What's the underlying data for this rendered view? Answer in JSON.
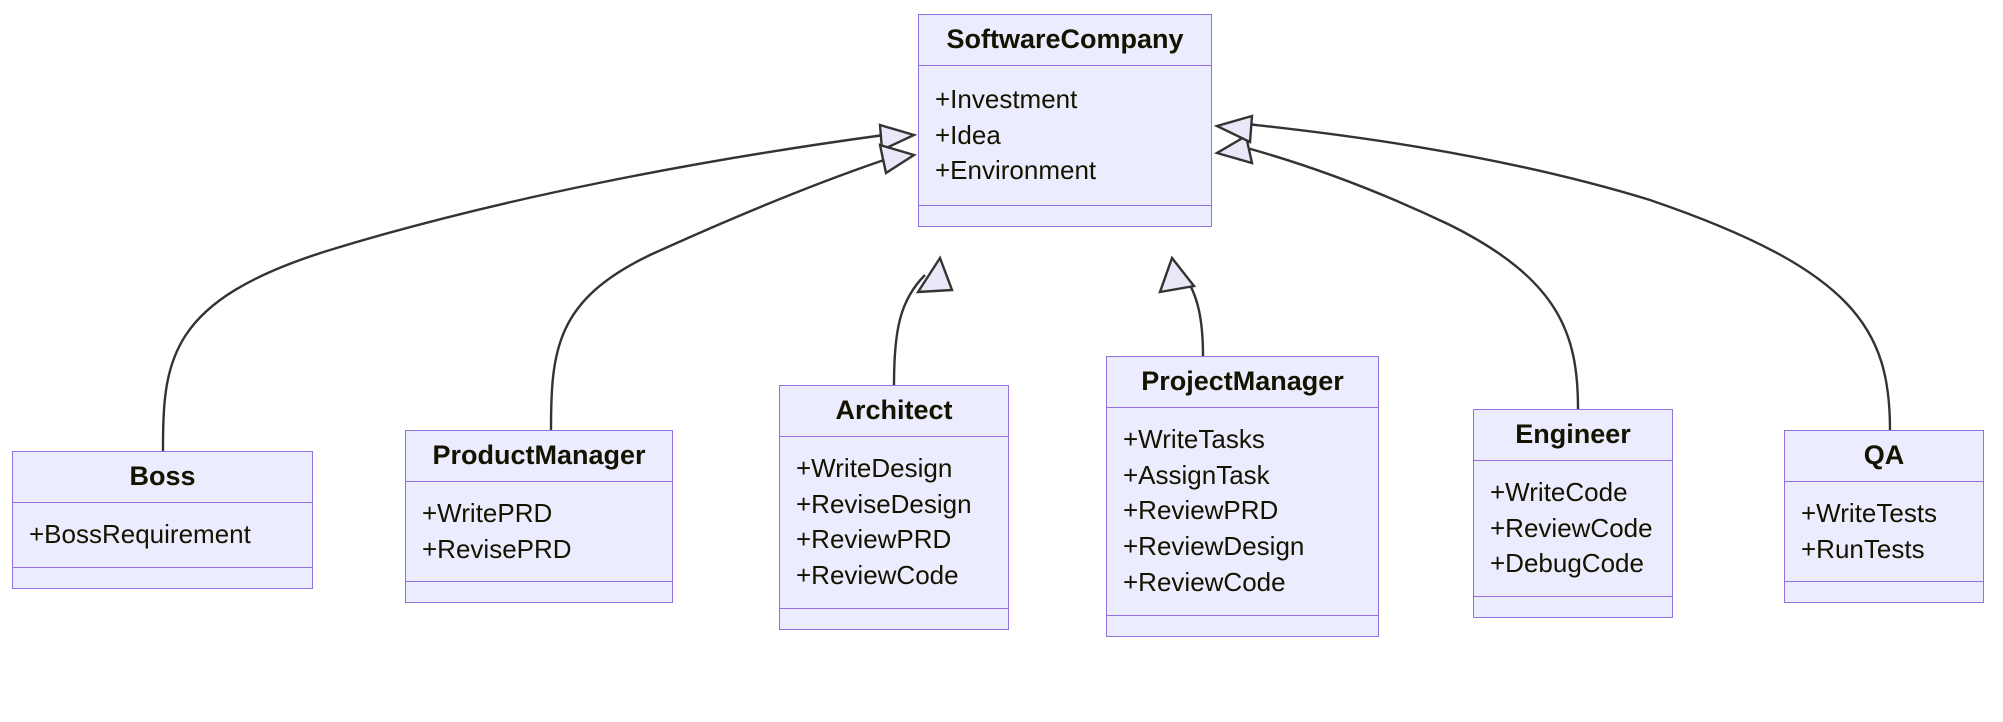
{
  "diagram": {
    "kind": "uml-class-diagram",
    "relationship_type": "generalization",
    "colors": {
      "node_fill": "#ececff",
      "node_border": "#9370db",
      "text": "#131300",
      "edge_stroke": "#333333",
      "arrowhead_fill": "#e8e8f8",
      "background": "#ffffff"
    },
    "classes": [
      {
        "id": "SoftwareCompany",
        "name": "SoftwareCompany",
        "attributes": [
          "+Investment",
          "+Idea",
          "+Environment"
        ],
        "methods": []
      },
      {
        "id": "Boss",
        "name": "Boss",
        "attributes": [
          "+BossRequirement"
        ],
        "methods": []
      },
      {
        "id": "ProductManager",
        "name": "ProductManager",
        "attributes": [
          "+WritePRD",
          "+RevisePRD"
        ],
        "methods": []
      },
      {
        "id": "Architect",
        "name": "Architect",
        "attributes": [
          "+WriteDesign",
          "+ReviseDesign",
          "+ReviewPRD",
          "+ReviewCode"
        ],
        "methods": []
      },
      {
        "id": "ProjectManager",
        "name": "ProjectManager",
        "attributes": [
          "+WriteTasks",
          "+AssignTask",
          "+ReviewPRD",
          "+ReviewDesign",
          "+ReviewCode"
        ],
        "methods": []
      },
      {
        "id": "Engineer",
        "name": "Engineer",
        "attributes": [
          "+WriteCode",
          "+ReviewCode",
          "+DebugCode"
        ],
        "methods": []
      },
      {
        "id": "QA",
        "name": "QA",
        "attributes": [
          "+WriteTests",
          "+RunTests"
        ],
        "methods": []
      }
    ],
    "edges": [
      {
        "from": "Boss",
        "to": "SoftwareCompany",
        "label": ""
      },
      {
        "from": "ProductManager",
        "to": "SoftwareCompany",
        "label": ""
      },
      {
        "from": "Architect",
        "to": "SoftwareCompany",
        "label": ""
      },
      {
        "from": "ProjectManager",
        "to": "SoftwareCompany",
        "label": ""
      },
      {
        "from": "Engineer",
        "to": "SoftwareCompany",
        "label": ""
      },
      {
        "from": "QA",
        "to": "SoftwareCompany",
        "label": ""
      }
    ]
  }
}
